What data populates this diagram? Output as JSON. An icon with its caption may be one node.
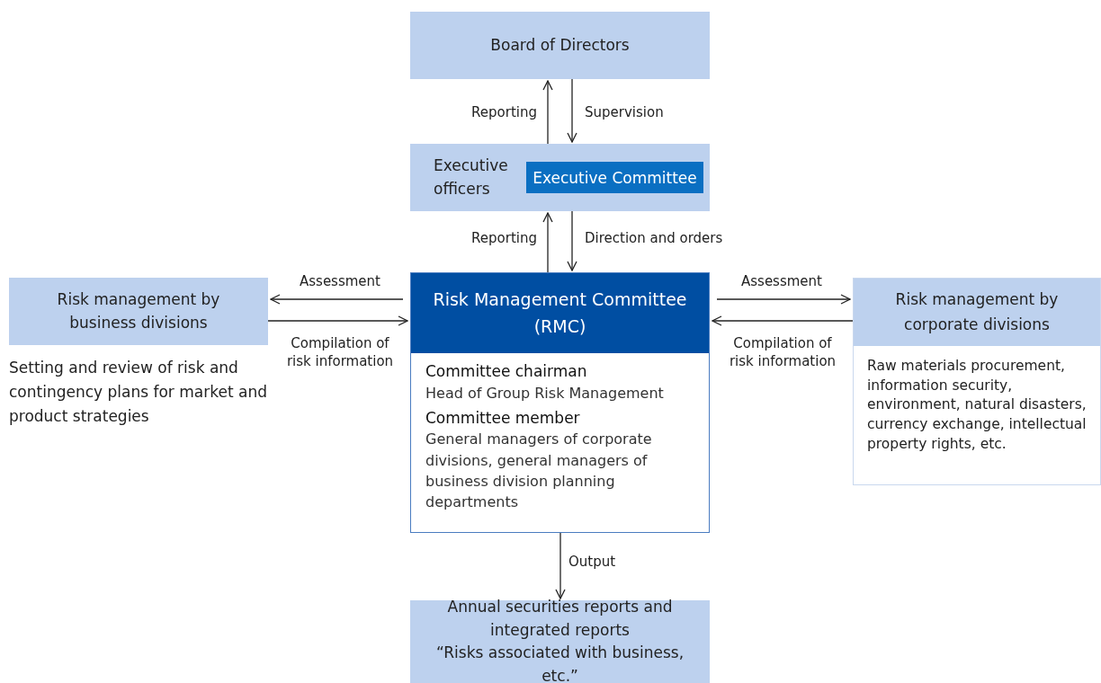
{
  "diagram": {
    "nodes": [
      {
        "text": [
          "Board of Directors"
        ]
      },
      {
        "text": [
          "Executive officers"
        ]
      },
      {
        "text": [
          "Executive Committee"
        ],
        "in": 1
      },
      {
        "text": [
          "Risk Management Committee (RMC)",
          "Committee chairman",
          "Head of Group Risk Management",
          "Committee member",
          "General managers of corporate divisions, general managers of business division planning departments"
        ]
      },
      {
        "text": [
          "Risk management by business divisions"
        ],
        "beside": [
          "Setting and review of risk and contingency plans for market and product strategies"
        ]
      },
      {
        "text": [
          "Risk management by corporate divisions",
          "Raw materials procurement, information security, environment, natural disasters, currency exchange, intellectual property rights, etc."
        ]
      },
      {
        "text": [
          "Annual securities reports and integrated reports",
          "“Risks associated with business, etc.”"
        ]
      }
    ],
    "edges": [
      {
        "from": 1,
        "to": 0,
        "arrow": "to",
        "label": "Reporting"
      },
      {
        "from": 0,
        "to": 1,
        "arrow": "to",
        "label": "Supervision"
      },
      {
        "from": 3,
        "to": 1,
        "arrow": "to",
        "label": "Reporting"
      },
      {
        "from": 1,
        "to": 3,
        "arrow": "to",
        "label": "Direction and orders"
      },
      {
        "from": 3,
        "to": 4,
        "arrow": "to",
        "label": "Assessment"
      },
      {
        "from": 4,
        "to": 3,
        "arrow": "to",
        "label": "Compilation of risk information"
      },
      {
        "from": 3,
        "to": 5,
        "arrow": "to",
        "label": "Assessment"
      },
      {
        "from": 5,
        "to": 3,
        "arrow": "to",
        "label": "Compilation of risk information"
      },
      {
        "from": 3,
        "to": 6,
        "arrow": "to",
        "label": "Output"
      }
    ]
  }
}
